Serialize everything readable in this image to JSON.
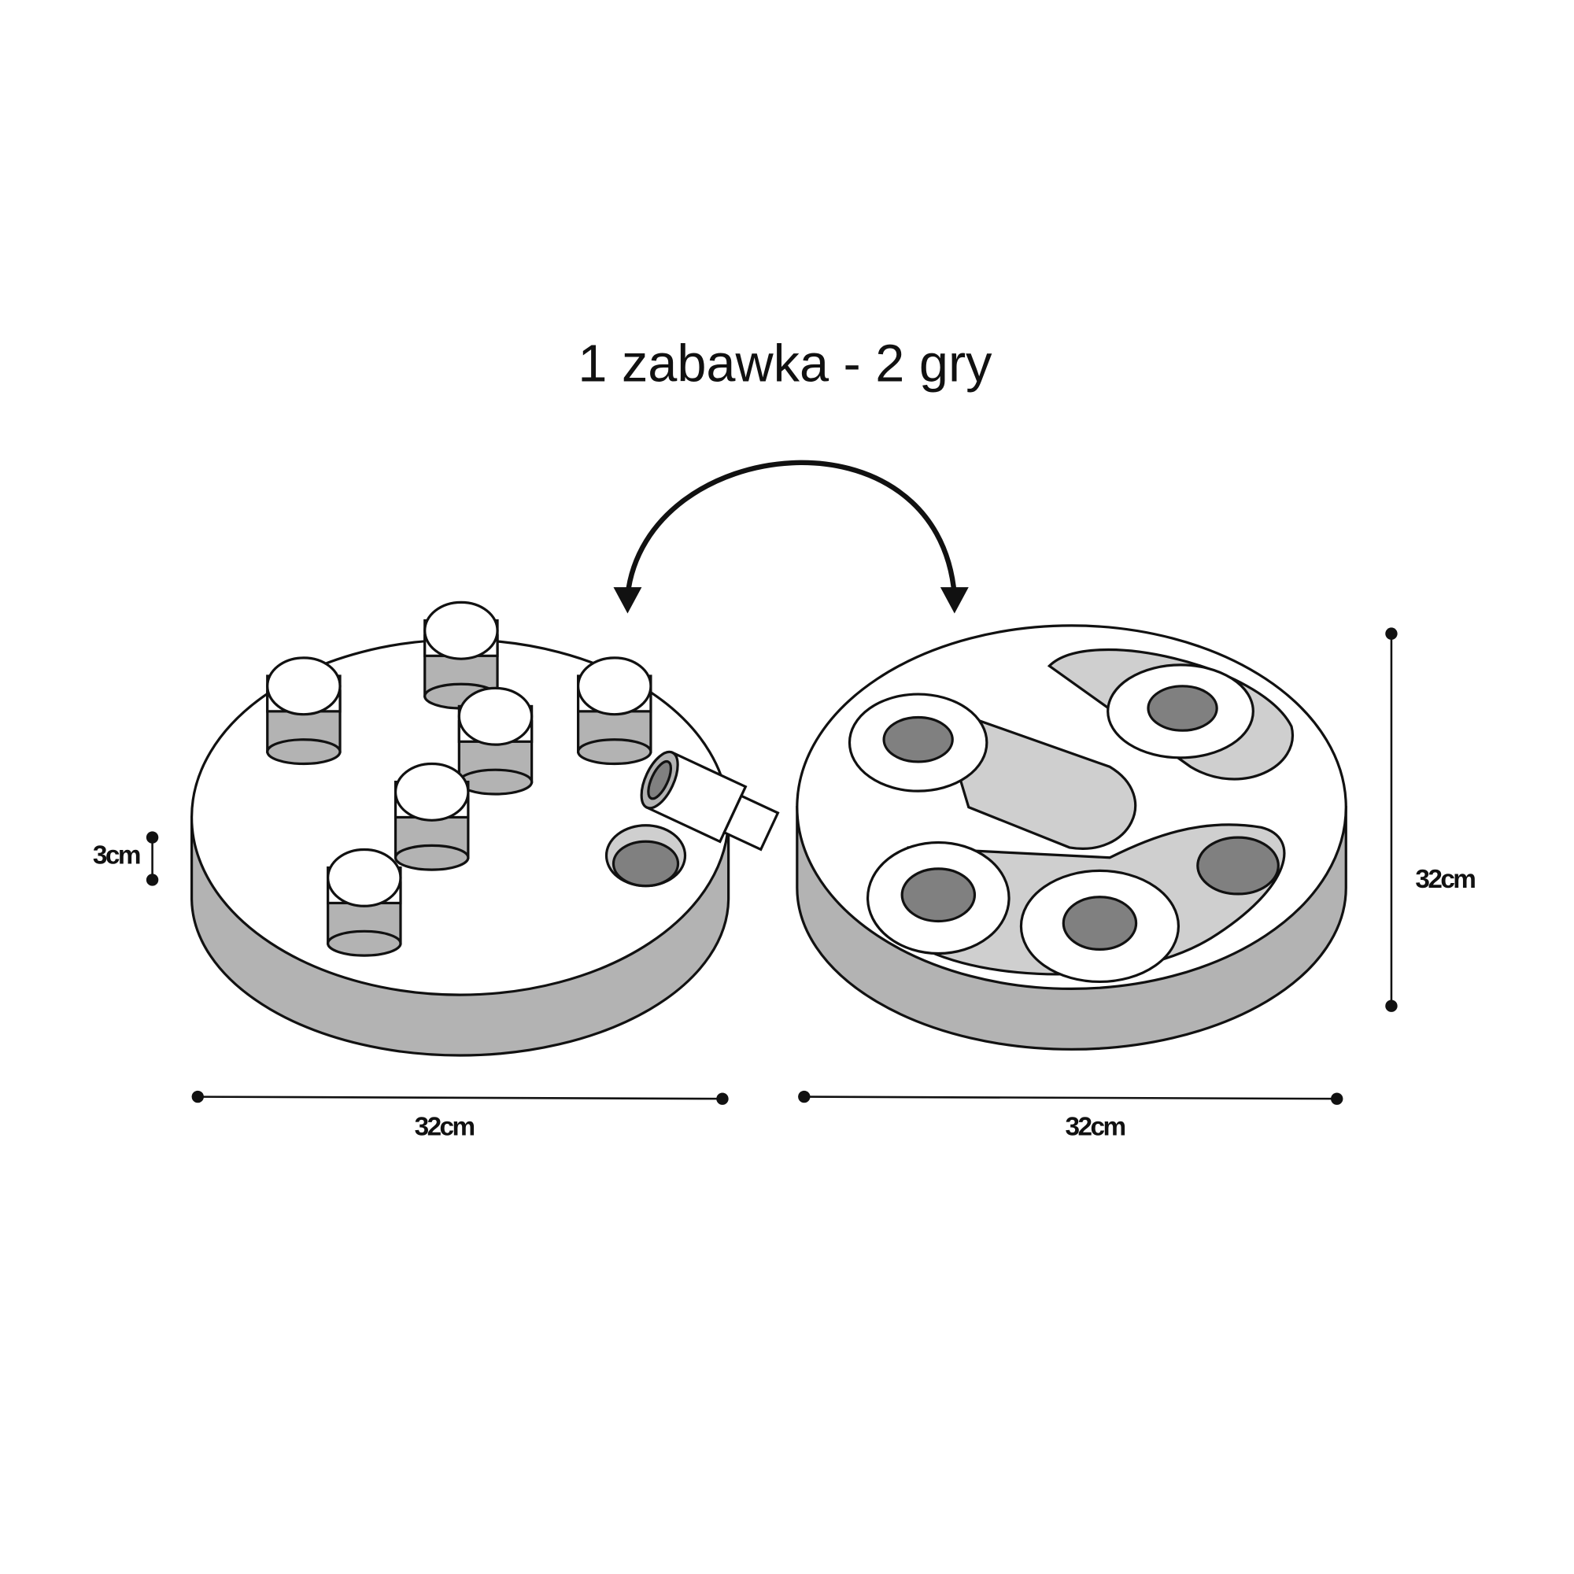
{
  "title": "1 zabawka - 2 gry",
  "dimensions": {
    "height_left": "3cm",
    "width_left": "32cm",
    "width_right": "32cm",
    "depth_right": "32cm"
  },
  "colors": {
    "side": "#b3b3b3",
    "slot": "#cfcfcf",
    "hole": "#808080",
    "outline": "#111111"
  }
}
